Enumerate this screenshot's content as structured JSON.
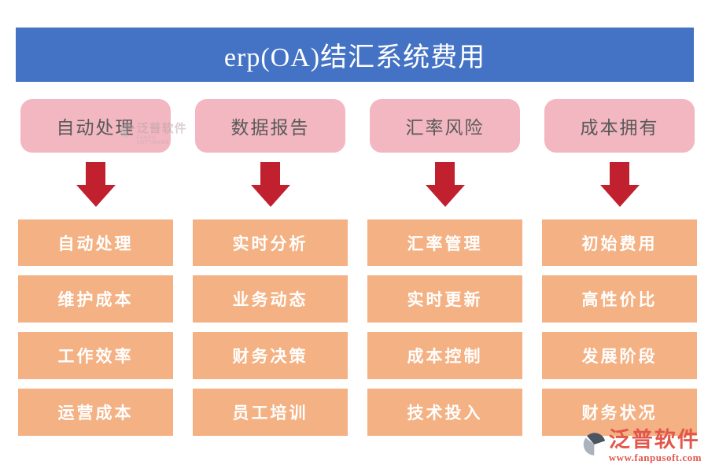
{
  "title": "erp(OA)结汇系统费用",
  "colors": {
    "banner_blue": "#4472C4",
    "header_pink": "#F2B7C0",
    "item_orange": "#F4B183",
    "arrow_red": "#C1202F",
    "header_text": "#595959",
    "item_text": "#FFFFFF",
    "logo_red": "#E2574C"
  },
  "columns": [
    {
      "header": "自动处理",
      "items": [
        "自动处理",
        "维护成本",
        "工作效率",
        "运营成本"
      ]
    },
    {
      "header": "数据报告",
      "items": [
        "实时分析",
        "业务动态",
        "财务决策",
        "员工培训"
      ]
    },
    {
      "header": "汇率风险",
      "items": [
        "汇率管理",
        "实时更新",
        "成本控制",
        "技术投入"
      ]
    },
    {
      "header": "成本拥有",
      "items": [
        "初始费用",
        "高性价比",
        "发展阶段",
        "财务状况"
      ]
    }
  ],
  "watermark": {
    "name": "泛普软件",
    "subtitle": "FANPU SOFTWARE"
  },
  "logo": {
    "name": "泛普软件",
    "url": "www.fanpusoft.com"
  }
}
